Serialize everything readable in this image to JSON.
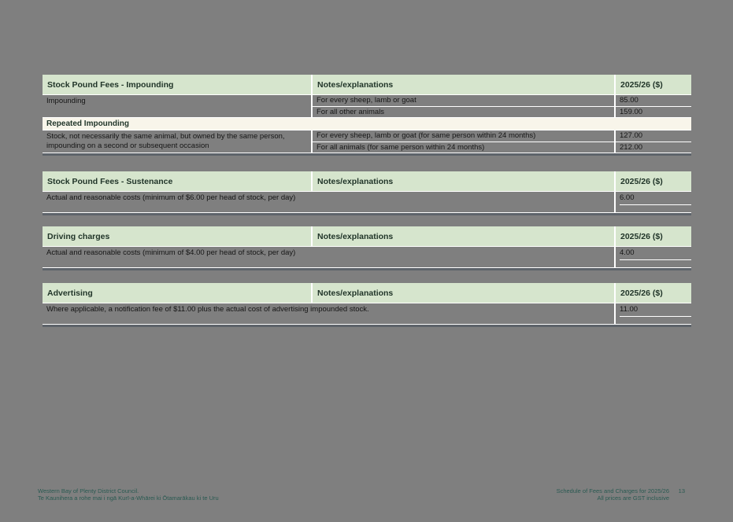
{
  "columns": {
    "notes_header": "Notes/explanations",
    "year_header": "2025/26 ($)"
  },
  "impounding": {
    "title": "Stock Pound Fees - Impounding",
    "row1_label": "Impounding",
    "row1_notes": [
      {
        "note": "For every sheep, lamb or goat",
        "fee": "85.00"
      },
      {
        "note": "For all other animals",
        "fee": "159.00"
      }
    ],
    "subheader": "Repeated Impounding",
    "row2_label": "Stock, not necessarily the same animal, but owned by the same person, impounding on a second or subsequent occasion",
    "row2_notes": [
      {
        "note": "For every sheep, lamb or goat (for same person within 24 months)",
        "fee": "127.00"
      },
      {
        "note": "For all animals (for same person within 24 months)",
        "fee": "212.00"
      }
    ]
  },
  "sustenance": {
    "title": "Stock Pound Fees - Sustenance",
    "row_label": "Actual and reasonable costs (minimum of $6.00 per head of stock, per day)",
    "fee": "6.00"
  },
  "driving": {
    "title": "Driving charges",
    "row_label": "Actual and reasonable costs (minimum of $4.00 per head of stock, per day)",
    "fee": "4.00"
  },
  "advertising": {
    "title": "Advertising",
    "row_label": "Where applicable, a notification fee of $11.00 plus the actual cost of advertising impounded stock.",
    "fee": "11.00"
  },
  "footer": {
    "council_name": "Western Bay of Plenty District Council.",
    "maori_name": "Te Kaunihera a rohe mai i ngā Kurī-a-Whārei ki Ōtamarākau ki te Uru",
    "schedule_title": "Schedule of Fees and Charges for 2025/26",
    "gst_note": "All prices are GST inclusive",
    "page_number": "13"
  },
  "colors": {
    "page_background": "#7f7f7f",
    "table_header_band": "#d6e5cd",
    "subheader_band": "#f8f5ea",
    "separator_line": "#ffffff",
    "table_bottom_rule": "#5d636a",
    "footer_text": "#2a5a52"
  }
}
